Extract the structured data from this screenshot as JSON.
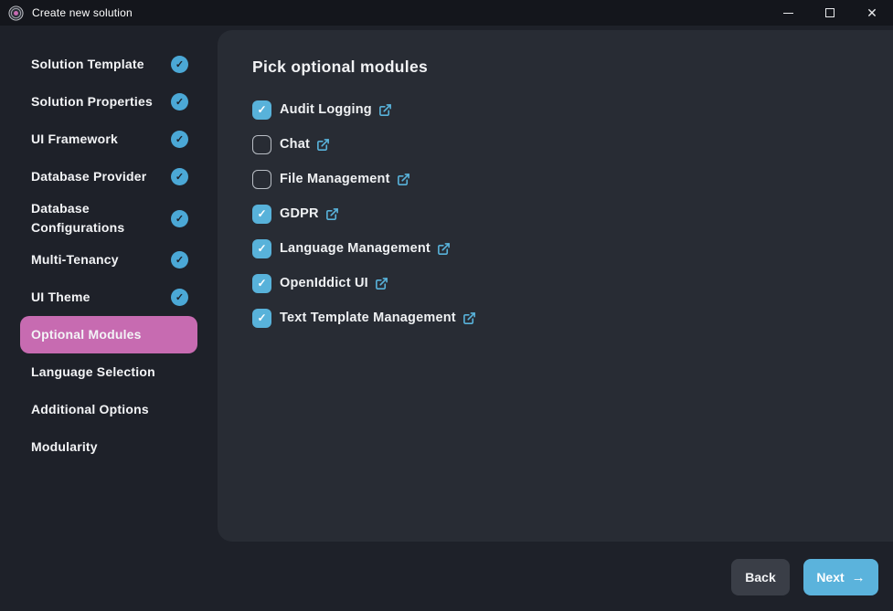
{
  "window": {
    "title": "Create new solution"
  },
  "sidebar": {
    "items": [
      {
        "label": "Solution Template",
        "completed": true,
        "active": false
      },
      {
        "label": "Solution Properties",
        "completed": true,
        "active": false
      },
      {
        "label": "UI Framework",
        "completed": true,
        "active": false
      },
      {
        "label": "Database Provider",
        "completed": true,
        "active": false
      },
      {
        "label": "Database Configurations",
        "completed": true,
        "active": false
      },
      {
        "label": "Multi-Tenancy",
        "completed": true,
        "active": false
      },
      {
        "label": "UI Theme",
        "completed": true,
        "active": false
      },
      {
        "label": "Optional Modules",
        "completed": false,
        "active": true
      },
      {
        "label": "Language Selection",
        "completed": false,
        "active": false
      },
      {
        "label": "Additional Options",
        "completed": false,
        "active": false
      },
      {
        "label": "Modularity",
        "completed": false,
        "active": false
      }
    ],
    "completed_check_glyph": "✓"
  },
  "main": {
    "heading": "Pick optional modules",
    "checked_glyph": "✓",
    "modules": [
      {
        "name": "Audit Logging",
        "checked": true
      },
      {
        "name": "Chat",
        "checked": false
      },
      {
        "name": "File Management",
        "checked": false
      },
      {
        "name": "GDPR",
        "checked": true
      },
      {
        "name": "Language Management",
        "checked": true
      },
      {
        "name": "OpenIddict UI",
        "checked": true
      },
      {
        "name": "Text Template Management",
        "checked": true
      }
    ]
  },
  "footer": {
    "back_label": "Back",
    "next_label": "Next",
    "next_arrow": "→"
  },
  "colors": {
    "accent_blue": "#5bb3dc",
    "accent_pink": "#c76bb1",
    "panel_bg": "#282c34",
    "window_bg": "#1e2129",
    "titlebar_bg": "#14161c"
  }
}
